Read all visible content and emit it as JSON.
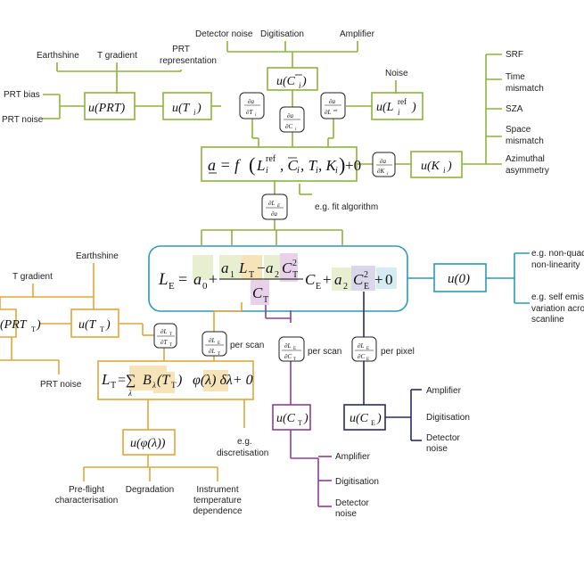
{
  "colors": {
    "green": "#8db33a",
    "orange": "#e0a637",
    "teal": "#2d9bb5",
    "purple": "#8b3f93",
    "navy": "#2b2b63"
  },
  "labels": {
    "detector_noise": "Detector noise",
    "digitisation": "Digitisation",
    "amplifier": "Amplifier",
    "earthshine": "Earthshine",
    "t_gradient": "T gradient",
    "prt_representation_1": "PRT",
    "prt_representation_2": "representation",
    "noise": "Noise",
    "prt_bias": "PRT bias",
    "prt_noise": "PRT noise",
    "srf": "SRF",
    "time_mismatch_1": "Time",
    "time_mismatch_2": "mismatch",
    "sza": "SZA",
    "space_mismatch_1": "Space",
    "space_mismatch_2": "mismatch",
    "azimuthal_1": "Azimuthal",
    "azimuthal_2": "asymmetry",
    "fit_algorithm": "e.g. fit algorithm",
    "non_quad_1": "e.g. non-quad",
    "non_quad_2": "non-linearity",
    "self_emiss_1": "e.g. self emiss",
    "self_emiss_2": "variation acro",
    "self_emiss_3": "scanline",
    "t_gradient_lower": "T gradient",
    "earthshine_lower": "Earthshine",
    "prt_noise_lower": "PRT noise",
    "per_scan_1": "per scan",
    "per_scan_2": "per scan",
    "per_pixel": "per pixel",
    "amplifier_navy": "Amplifier",
    "digitisation_navy": "Digitisation",
    "detector_navy_1": "Detector",
    "detector_navy_2": "noise",
    "discretisation_1": "e.g.",
    "discretisation_2": "discretisation",
    "amplifier_purple": "Amplifier",
    "digitisation_purple": "Digitisation",
    "detector_purple_1": "Detector",
    "detector_purple_2": "noise",
    "preflight_1": "Pre-flight",
    "preflight_2": "characterisation",
    "degradation": "Degradation",
    "instrument_1": "Instrument",
    "instrument_2": "temperature",
    "instrument_3": "dependence"
  }
}
